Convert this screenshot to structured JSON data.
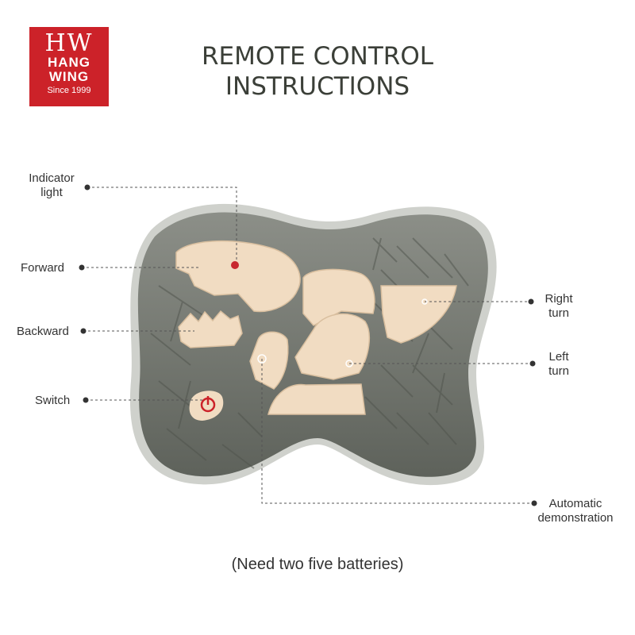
{
  "brand": {
    "mark": "HW",
    "line1": "HANG",
    "line2": "WING",
    "since": "Since 1999"
  },
  "title": {
    "line1": "REMOTE CONTROL",
    "line2": "INSTRUCTIONS"
  },
  "labels": {
    "indicator_1": "Indicator",
    "indicator_2": "light",
    "forward": "Forward",
    "backward": "Backward",
    "switch": "Switch",
    "right_1": "Right",
    "right_2": "turn",
    "left_1": "Left",
    "left_2": "turn",
    "auto_1": "Automatic",
    "auto_2": "demonstration"
  },
  "note": "(Need two five batteries)",
  "colors": {
    "brand_red": "#cc2229",
    "remote_grey": "#6e726b",
    "button_cream": "#f1dcc2",
    "title_dark": "#3b3f38"
  }
}
